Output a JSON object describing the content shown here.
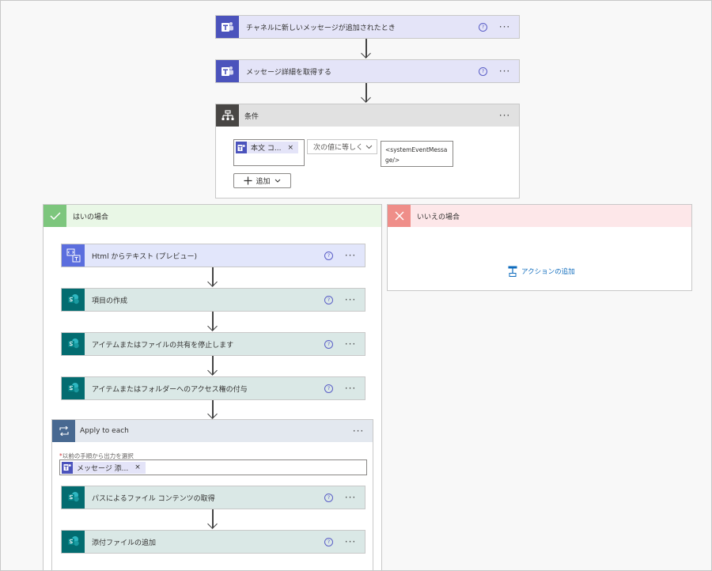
{
  "steps": {
    "trigger": {
      "label": "チャネルに新しいメッセージが追加されたとき"
    },
    "get_message": {
      "label": "メッセージ詳細を取得する"
    },
    "condition": {
      "label": "条件",
      "token_label": "本文 コ...",
      "operator": "次の値に等しく...",
      "value": "<systemEventMessage/>",
      "add_label": "追加"
    }
  },
  "yes_branch": {
    "label": "はいの場合",
    "actions": [
      {
        "label": "Html からテキスト (プレビュー)"
      },
      {
        "label": "項目の作成"
      },
      {
        "label": "アイテムまたはファイルの共有を停止します"
      },
      {
        "label": "アイテムまたはフォルダーへのアクセス権の付与"
      }
    ],
    "apply_to_each": {
      "label": "Apply to each",
      "field_label": "以前の手順から出力を選択",
      "token_label": "メッセージ 添...",
      "actions": [
        {
          "label": "パスによるファイル コンテンツの取得"
        },
        {
          "label": "添付ファイルの追加"
        }
      ]
    }
  },
  "no_branch": {
    "label": "いいえの場合",
    "add_action_label": "アクションの追加"
  },
  "common": {
    "help_glyph": "?",
    "more_glyph": "···",
    "remove_glyph": "×"
  },
  "colors": {
    "teams": "#4b53bc",
    "sharepoint": "#036c70",
    "html": "#5b6ede",
    "condition_icon": "#484644",
    "loop_icon": "#486991",
    "yes_green": "#7dc67d",
    "no_red": "#ef8e89",
    "link_blue": "#0f6cbd"
  }
}
